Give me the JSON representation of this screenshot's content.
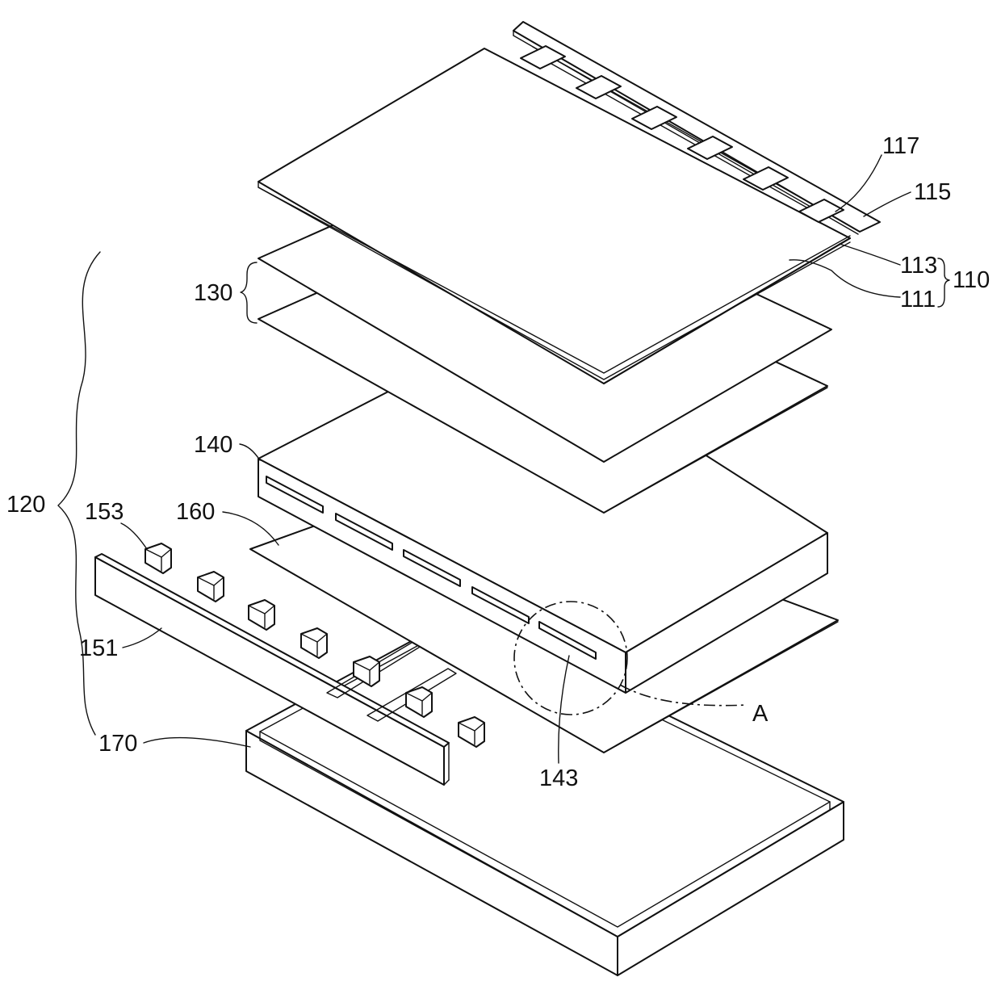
{
  "labels": {
    "l117": "117",
    "l115": "115",
    "l113": "113",
    "l111": "111",
    "l110": "110",
    "l130": "130",
    "l140": "140",
    "l120": "120",
    "l153": "153",
    "l160": "160",
    "l151": "151",
    "l170": "170",
    "l143": "143",
    "lA": "A"
  }
}
